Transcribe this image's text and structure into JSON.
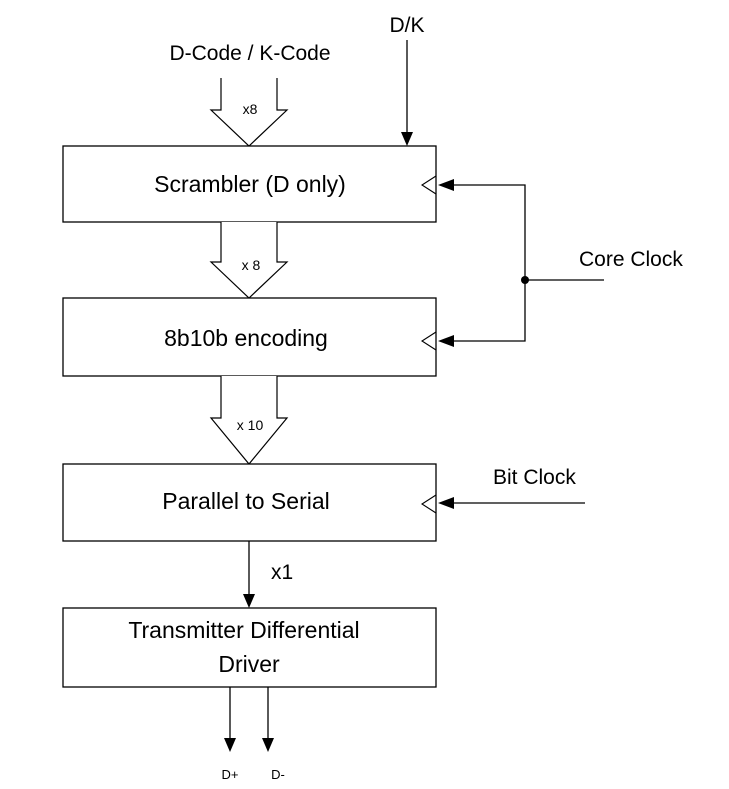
{
  "inputs": {
    "code_label": "D-Code / K-Code",
    "dk_label": "D/K",
    "bus_width_in": "x8"
  },
  "blocks": {
    "scrambler": "Scrambler (D only)",
    "encoder": "8b10b encoding",
    "serializer": "Parallel to Serial",
    "driver_line1": "Transmitter Differential",
    "driver_line2": "Driver"
  },
  "buses": {
    "scrambler_to_encoder": "x 8",
    "encoder_to_serializer": "x 10",
    "serializer_to_driver": "x1"
  },
  "clocks": {
    "core_clock": "Core Clock",
    "bit_clock": "Bit Clock"
  },
  "outputs": {
    "d_plus": "D+",
    "d_minus": "D-"
  }
}
